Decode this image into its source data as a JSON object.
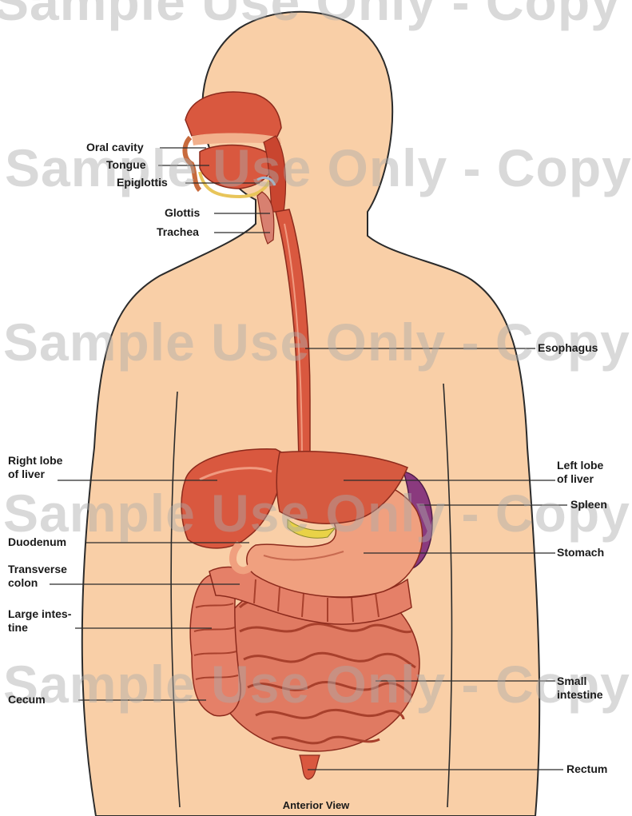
{
  "watermark": "Sample Use Only - Copy",
  "caption": "Anterior View",
  "labels": {
    "oral_cavity": "Oral cavity",
    "tongue": "Tongue",
    "epiglottis": "Epiglottis",
    "glottis": "Glottis",
    "trachea": "Trachea",
    "esophagus": "Esophagus",
    "right_lobe": [
      "Right lobe",
      "of liver"
    ],
    "left_lobe": [
      "Left lobe",
      "of liver"
    ],
    "spleen": "Spleen",
    "duodenum": "Duodenum",
    "stomach": "Stomach",
    "transverse_colon": [
      "Transverse",
      "colon"
    ],
    "large_intestine": [
      "Large intes-",
      "tine"
    ],
    "cecum": "Cecum",
    "small_intestine": [
      "Small",
      "intestine"
    ],
    "rectum": "Rectum"
  },
  "colors": {
    "skin": "#f9cfa7",
    "skin_outline": "#2b2b2b",
    "organ": "#d9583f",
    "organ_dark": "#b8432e",
    "intestine": "#e07a62",
    "spleen": "#8a3a7e",
    "gallbladder": "#e9d247"
  }
}
